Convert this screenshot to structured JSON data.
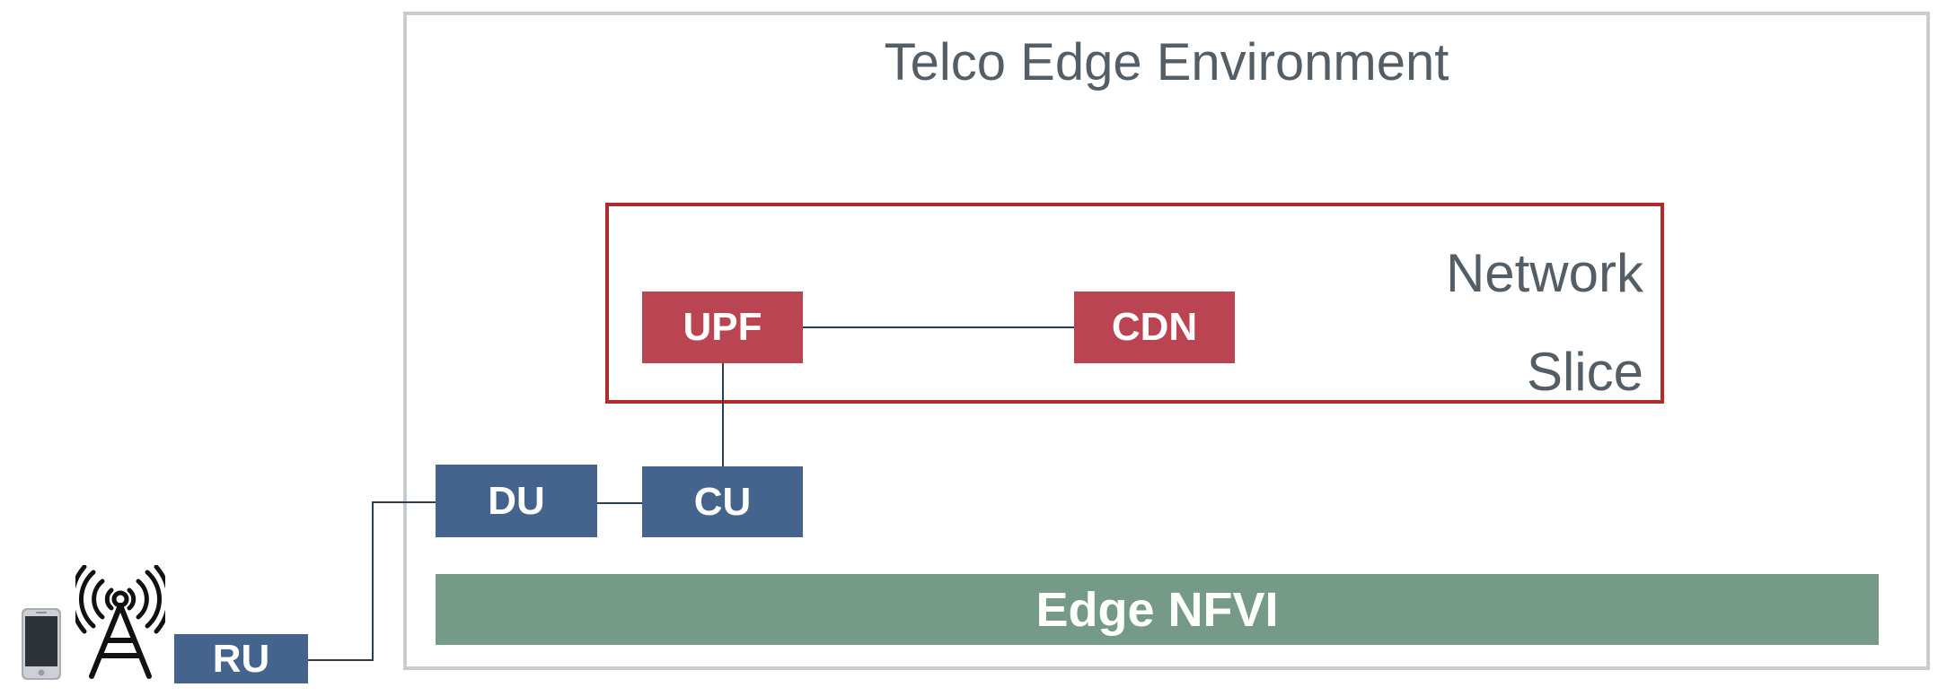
{
  "environment": {
    "title": "Telco Edge Environment"
  },
  "network_slice": {
    "label_line1": "Network",
    "label_line2": "Slice"
  },
  "nodes": {
    "upf": "UPF",
    "cdn": "CDN",
    "du": "DU",
    "cu": "CU",
    "ru": "RU",
    "nfvi": "Edge NFVI"
  },
  "icons": [
    "phone-icon",
    "cell-tower-icon"
  ],
  "colors": {
    "slice_border": "#b22b2b",
    "slice_nodes": "#bb4453",
    "ran_nodes": "#44648e",
    "nfvi": "#769a88",
    "environment_border": "#c9cdd0",
    "text": "#545e66"
  }
}
